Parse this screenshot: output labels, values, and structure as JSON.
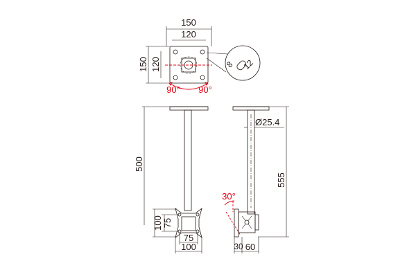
{
  "top_view": {
    "width_outer": "150",
    "width_inner": "120",
    "height_outer": "150",
    "height_inner": "120",
    "angle_left": "90°",
    "angle_right": "90°",
    "detail_left": "8",
    "detail_right": "12"
  },
  "front_view": {
    "pole_length": "500",
    "plate_height_outer": "100",
    "plate_height_inner": "75",
    "plate_width_inner": "75",
    "plate_width_outer": "100"
  },
  "side_view": {
    "pole_diameter": "Ø25.4",
    "total_height": "555",
    "tilt_angle": "30°",
    "depth_small": "30",
    "depth_large": "60"
  },
  "colors": {
    "line": "#231815",
    "accent": "#e60012"
  }
}
